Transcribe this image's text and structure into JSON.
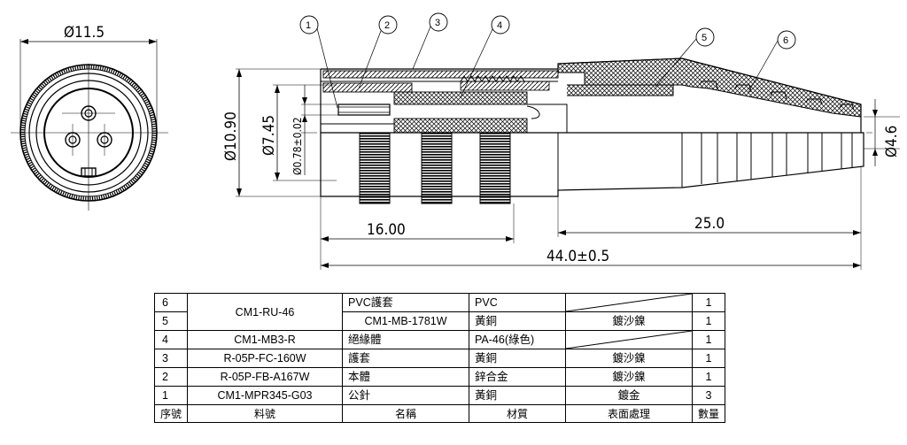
{
  "dims": {
    "front_dia": "Ø11.5",
    "d1090": "Ø10.90",
    "d745": "Ø7.45",
    "d078": "Ø0.78±0.02",
    "d46": "Ø4.6",
    "l1600": "16.00",
    "l250": "25.0",
    "l440": "44.0±0.5"
  },
  "balloons": [
    "1",
    "2",
    "3",
    "4",
    "5",
    "6"
  ],
  "bom": {
    "header": {
      "seq": "序號",
      "pn": "料號",
      "name": "名稱",
      "mat": "材質",
      "finish": "表面處理",
      "qty": "數量"
    },
    "rows": [
      {
        "seq": "6",
        "pn": "CM1-RU-46",
        "name": "PVC護套",
        "mat": "PVC",
        "finish": "",
        "qty": "1"
      },
      {
        "seq": "5",
        "pn": "",
        "name": "CM1-MB-1781W",
        "mat": "黃銅",
        "finish": "鍍沙鎳",
        "qty": "1"
      },
      {
        "seq": "4",
        "pn": "CM1-MB3-R",
        "name": "絕緣體",
        "mat": "PA-46(綠色)",
        "finish": "",
        "qty": "1"
      },
      {
        "seq": "3",
        "pn": "R-05P-FC-160W",
        "name": "護套",
        "mat": "黃銅",
        "finish": "鍍沙鎳",
        "qty": "1"
      },
      {
        "seq": "2",
        "pn": "R-05P-FB-A167W",
        "name": "本體",
        "mat": "鋅合金",
        "finish": "鍍沙鎳",
        "qty": "1"
      },
      {
        "seq": "1",
        "pn": "CM1-MPR345-G03",
        "name": "公針",
        "mat": "黃銅",
        "finish": "鍍金",
        "qty": "3"
      }
    ]
  }
}
